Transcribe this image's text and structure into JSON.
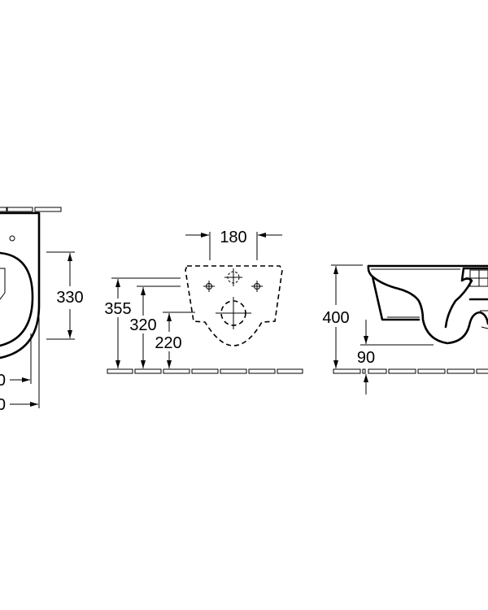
{
  "drawing": {
    "colors": {
      "line": "#000000",
      "background": "#ffffff"
    },
    "top_view": {
      "dimensions": {
        "depth": "330",
        "width_inner_partial": "0",
        "width_outer_partial": "0"
      }
    },
    "front_view": {
      "dimensions": {
        "fixing_spacing": "180",
        "height_upper": "355",
        "height_middle": "320",
        "height_lower": "220"
      }
    },
    "side_view": {
      "dimensions": {
        "rim_height": "400",
        "outlet_height": "90"
      }
    }
  }
}
